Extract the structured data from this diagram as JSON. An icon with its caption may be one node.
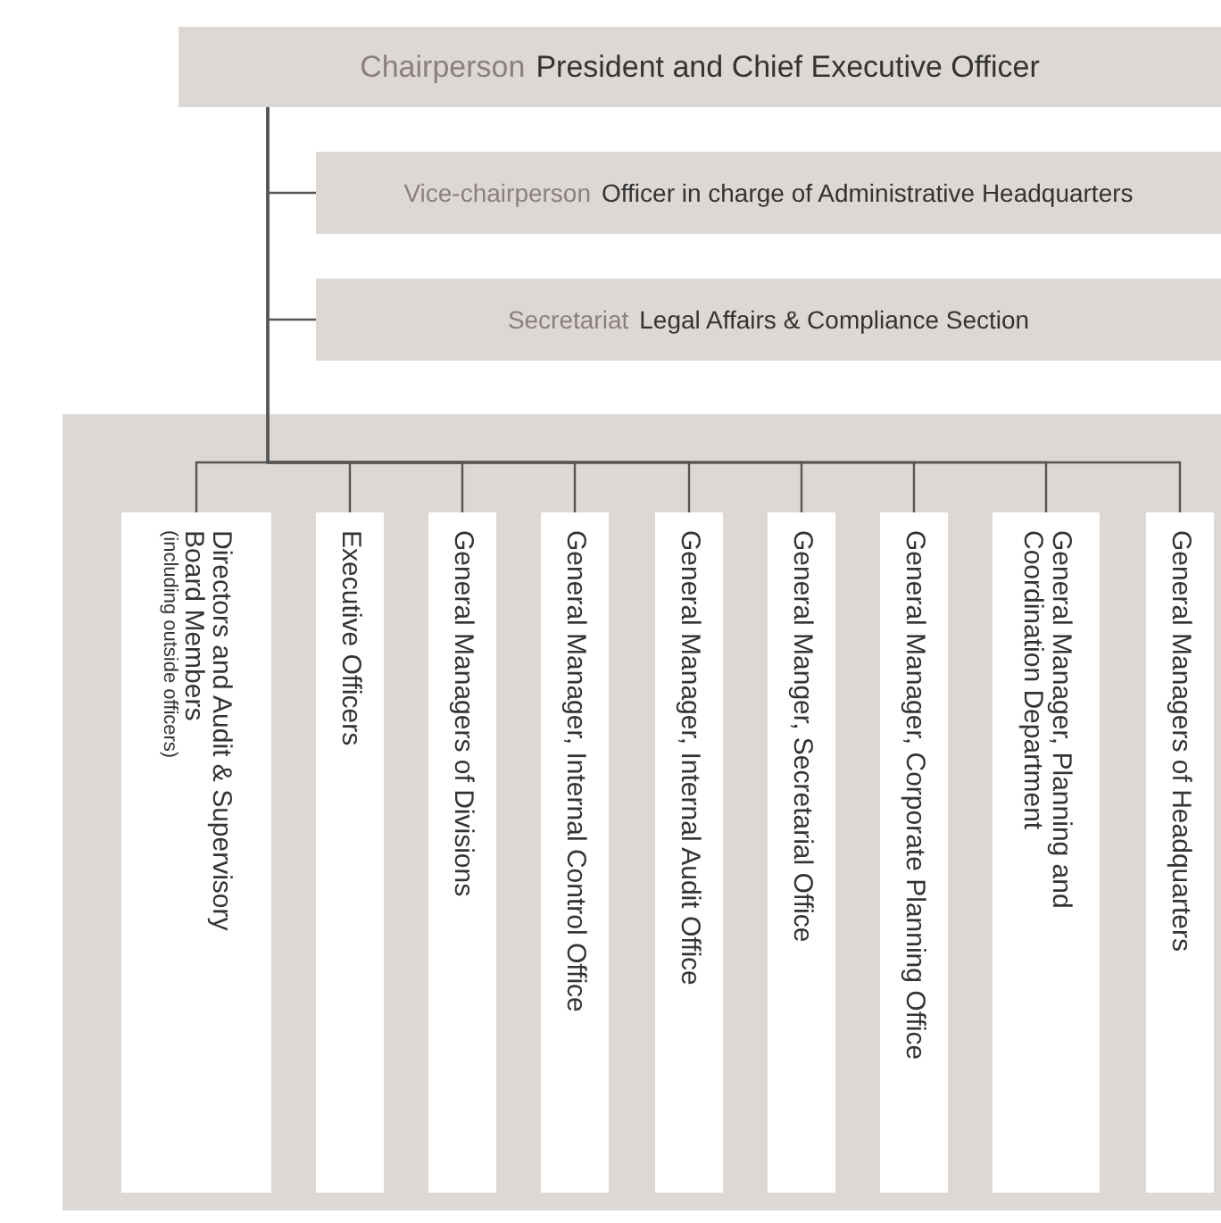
{
  "diagram": {
    "nodes": [
      {
        "text": [
          "Chairperson",
          "President and Chief Executive Officer"
        ]
      },
      {
        "text": [
          "Vice-chairperson",
          "Officer in charge of Administrative Headquarters"
        ]
      },
      {
        "text": [
          "Secretariat",
          "Legal Affairs & Compliance Section"
        ]
      },
      {
        "text": [],
        "shape": "box"
      },
      {
        "text": [
          "Directors and Audit & Supervisory Board Members",
          "(including outside officers)"
        ],
        "in": 3
      },
      {
        "text": [
          "Executive Officers"
        ],
        "in": 3
      },
      {
        "text": [
          "General Managers of Divisions"
        ],
        "in": 3
      },
      {
        "text": [
          "General Manager, Internal Control Office"
        ],
        "in": 3
      },
      {
        "text": [
          "General Manager, Internal Audit Office"
        ],
        "in": 3
      },
      {
        "text": [
          "General Manger, Secretarial Office"
        ],
        "in": 3
      },
      {
        "text": [
          "General Manager, Corporate Planning Office"
        ],
        "in": 3
      },
      {
        "text": [
          "General Manager, Planning and Coordination Department"
        ],
        "in": 3
      },
      {
        "text": [
          "General Managers of Headquarters"
        ],
        "in": 3
      }
    ],
    "edges": [
      {
        "from": 0,
        "to": 1,
        "arrow": "none"
      },
      {
        "from": 0,
        "to": 2,
        "arrow": "none"
      },
      {
        "from": 0,
        "to": 4,
        "arrow": "none"
      },
      {
        "from": 0,
        "to": 5,
        "arrow": "none"
      },
      {
        "from": 0,
        "to": 6,
        "arrow": "none"
      },
      {
        "from": 0,
        "to": 7,
        "arrow": "none"
      },
      {
        "from": 0,
        "to": 8,
        "arrow": "none"
      },
      {
        "from": 0,
        "to": 9,
        "arrow": "none"
      },
      {
        "from": 0,
        "to": 10,
        "arrow": "none"
      },
      {
        "from": 0,
        "to": 11,
        "arrow": "none"
      },
      {
        "from": 0,
        "to": 12,
        "arrow": "none"
      }
    ]
  }
}
